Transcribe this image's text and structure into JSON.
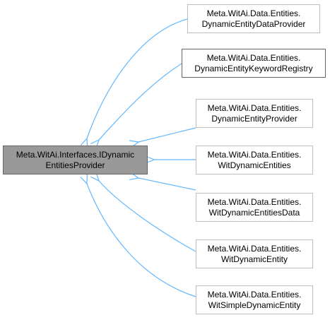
{
  "base": {
    "line1": "Meta.WitAi.Interfaces.IDynamic",
    "line2": "EntitiesProvider"
  },
  "derived": [
    {
      "line1": "Meta.WitAi.Data.Entities.",
      "line2": "DynamicEntityDataProvider"
    },
    {
      "line1": "Meta.WitAi.Data.Entities.",
      "line2": "DynamicEntityKeywordRegistry"
    },
    {
      "line1": "Meta.WitAi.Data.Entities.",
      "line2": "DynamicEntityProvider"
    },
    {
      "line1": "Meta.WitAi.Data.Entities.",
      "line2": "WitDynamicEntities"
    },
    {
      "line1": "Meta.WitAi.Data.Entities.",
      "line2": "WitDynamicEntitiesData"
    },
    {
      "line1": "Meta.WitAi.Data.Entities.",
      "line2": "WitDynamicEntity"
    },
    {
      "line1": "Meta.WitAi.Data.Entities.",
      "line2": "WitSimpleDynamicEntity"
    }
  ],
  "colors": {
    "arrow": "#63b8ff",
    "base_fill": "#999999",
    "node_border": "#bfbfbf",
    "highlight_border": "#666666"
  }
}
